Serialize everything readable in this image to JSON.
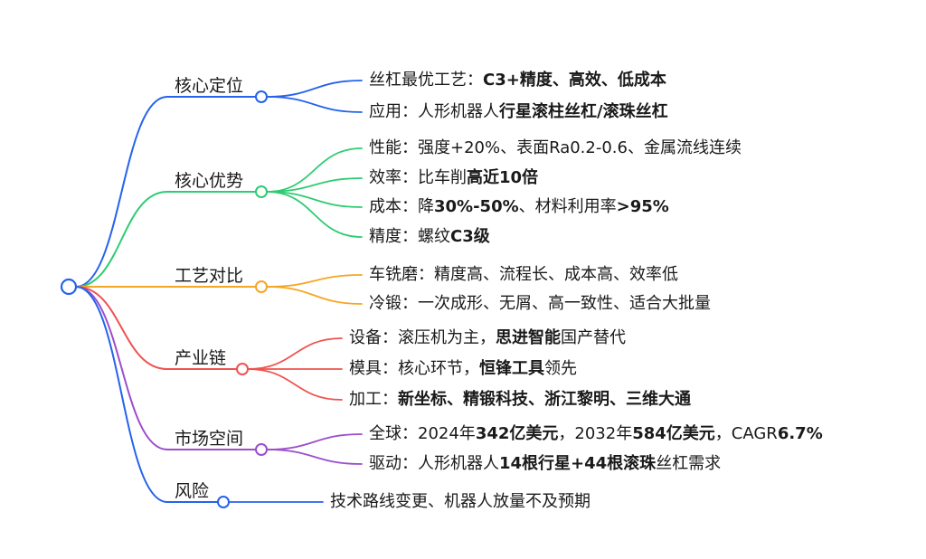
{
  "branches": [
    {
      "label": "核心定位",
      "color": "#2563eb",
      "items": [
        [
          {
            "t": "丝杠最优工艺："
          },
          {
            "t": "C3+精度、高效、低成本",
            "b": true
          }
        ],
        [
          {
            "t": "应用：人形机器人"
          },
          {
            "t": "行星滚柱丝杠/滚珠丝杠",
            "b": true
          }
        ]
      ]
    },
    {
      "label": "核心优势",
      "color": "#2ecc71",
      "items": [
        [
          {
            "t": "性能：强度+20%、表面Ra0.2-0.6、金属流线连续"
          }
        ],
        [
          {
            "t": "效率：比车削"
          },
          {
            "t": "高近10倍",
            "b": true
          }
        ],
        [
          {
            "t": "成本：降"
          },
          {
            "t": "30%-50%",
            "b": true
          },
          {
            "t": "、材料利用率"
          },
          {
            "t": ">95%",
            "b": true
          }
        ],
        [
          {
            "t": "精度：螺纹"
          },
          {
            "t": "C3级",
            "b": true
          }
        ]
      ]
    },
    {
      "label": "工艺对比",
      "color": "#f5a623",
      "items": [
        [
          {
            "t": "车铣磨：精度高、流程长、成本高、效率低"
          }
        ],
        [
          {
            "t": "冷锻：一次成形、无屑、高一致性、适合大批量"
          }
        ]
      ]
    },
    {
      "label": "产业链",
      "color": "#ef5350",
      "items": [
        [
          {
            "t": "设备：滚压机为主，"
          },
          {
            "t": "思进智能",
            "b": true
          },
          {
            "t": "国产替代"
          }
        ],
        [
          {
            "t": "模具：核心环节，"
          },
          {
            "t": "恒锋工具",
            "b": true
          },
          {
            "t": "领先"
          }
        ],
        [
          {
            "t": "加工："
          },
          {
            "t": "新坐标、精锻科技、浙江黎明、三维大通",
            "b": true
          }
        ]
      ]
    },
    {
      "label": "市场空间",
      "color": "#9c4dcc",
      "items": [
        [
          {
            "t": "全球：2024年"
          },
          {
            "t": "342亿美元",
            "b": true
          },
          {
            "t": "，2032年"
          },
          {
            "t": "584亿美元",
            "b": true
          },
          {
            "t": "，CAGR"
          },
          {
            "t": "6.7%",
            "b": true
          }
        ],
        [
          {
            "t": "驱动：人形机器人"
          },
          {
            "t": "14根行星+44根滚珠",
            "b": true
          },
          {
            "t": "丝杠需求"
          }
        ]
      ]
    },
    {
      "label": "风险",
      "color": "#2563eb",
      "items": [
        [
          {
            "t": "技术路线变更、机器人放量不及预期"
          }
        ]
      ]
    }
  ]
}
